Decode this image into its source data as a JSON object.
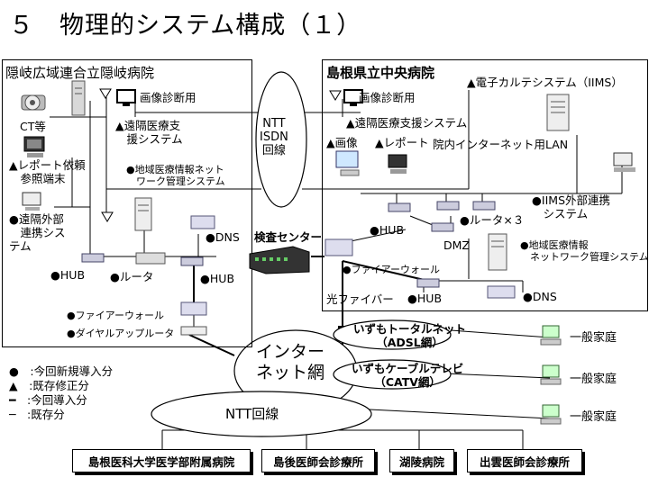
{
  "title": "５　物理的システム構成（１）",
  "oki": {
    "header": "隠岐広域連合立隠岐病院",
    "ct": "CT等",
    "report_terminal": "▲レポート依頼\n　参照端末",
    "image_diag": "画像診断用",
    "tele_support": "▲遠隔医療支\n　援システム",
    "region_mgmt": "●地域医療情報ネット\n　ワーク管理システム",
    "remote_dept": "●遠隔外部\n　連携シス\nテム",
    "dns": "●DNS",
    "hub1": "●HUB",
    "router": "●ルータ",
    "hub2": "●HUB",
    "firewall": "●ファイアーウォール",
    "dialup": "●ダイヤルアップルータ"
  },
  "ntt_isdn": "NTT\nISDN\n回線",
  "kensa_center": "検査センター",
  "shimane": {
    "header": "島根県立中央病院",
    "emr": "▲電子カルテシステム（IIMS）",
    "image_diag": "画像診断用",
    "tele_support": "▲遠隔医療支援システム",
    "image": "▲画像",
    "report": "▲レポート",
    "lan": "院内インターネット用LAN",
    "iims_ext": "●IIMS外部連携\n　システム",
    "router3": "●ルータ×３",
    "hub": "●HUB",
    "dmz": "DMZ",
    "region_mgmt": "●地域医療情報\n　ネットワーク管理システム",
    "firewall": "●ファイアーウォール",
    "optical": "光ファイバー",
    "hub2": "●HUB",
    "dns": "●DNS"
  },
  "internet": "インター\nネット網",
  "izumo_total": "いずもトータルネット\n（ADSL網）",
  "izumo_cable": "いずもケーブルテレビ\n（CATV網）",
  "ntt_line": "NTT回線",
  "homes": [
    "一般家庭",
    "一般家庭",
    "一般家庭"
  ],
  "legend": [
    "●　:今回新規導入分",
    "▲　:既存修正分",
    "━　:今回導入分",
    "─　:既存分"
  ],
  "bottom": [
    "島根医科大学医学部附属病院",
    "島後医師会診療所",
    "湖陵病院",
    "出雲医師会診療所"
  ]
}
